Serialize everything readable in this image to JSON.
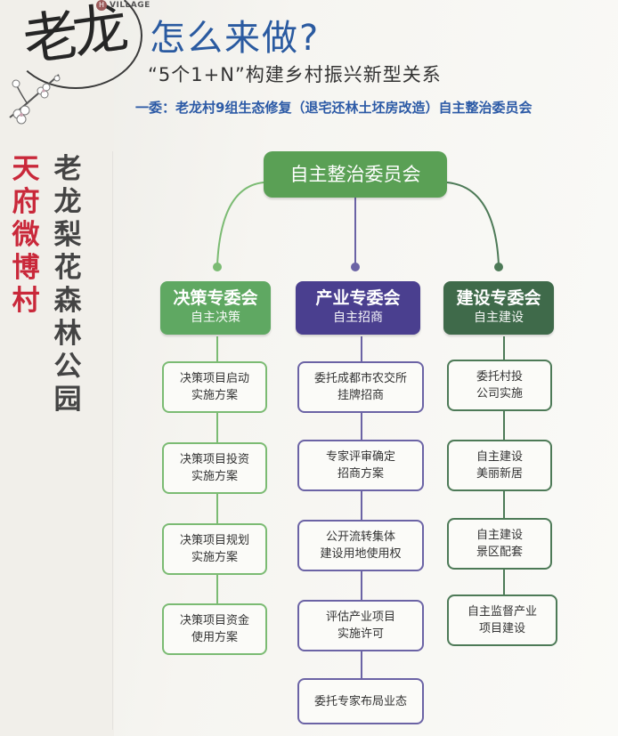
{
  "logo": {
    "calligraphy": "老龙",
    "village_mark": "H",
    "village_text": "VILLAGE"
  },
  "banner": {
    "red_text": "天府微博村",
    "dark_text": "老龙梨花森林公园"
  },
  "header": {
    "title": "怎么来做?",
    "subtitle": "“5个1+N”构建乡村振兴新型关系",
    "description": "一委：老龙村9组生态修复（退宅还林土坯房改造）自主整治委员会"
  },
  "org": {
    "root": "自主整治委员会",
    "colors": {
      "green": "#5fa862",
      "purple": "#4a3f8f",
      "dark_green": "#3f6a4a",
      "title_blue": "#2a5aa0",
      "accent_red": "#c9283a"
    },
    "columns": [
      {
        "title": "决策专委会",
        "subtitle": "自主决策",
        "items": [
          "决策项目启动\n实施方案",
          "决策项目投资\n实施方案",
          "决策项目规划\n实施方案",
          "决策项目资金\n使用方案"
        ]
      },
      {
        "title": "产业专委会",
        "subtitle": "自主招商",
        "items": [
          "委托成都市农交所\n挂牌招商",
          "专家评审确定\n招商方案",
          "公开流转集体\n建设用地使用权",
          "评估产业项目\n实施许可",
          "委托专家布局业态"
        ]
      },
      {
        "title": "建设专委会",
        "subtitle": "自主建设",
        "items": [
          "委托村投\n公司实施",
          "自主建设\n美丽新居",
          "自主建设\n景区配套",
          "自主监督产业\n项目建设"
        ]
      }
    ]
  }
}
